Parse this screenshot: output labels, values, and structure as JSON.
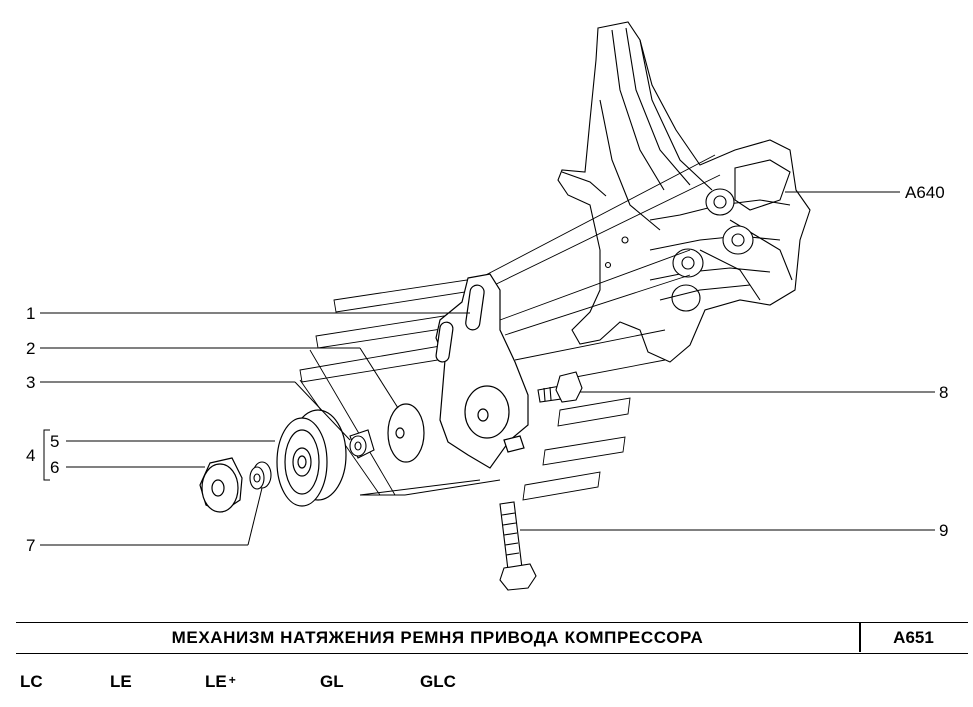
{
  "callouts": {
    "n1": "1",
    "n2": "2",
    "n3": "3",
    "n4": "4",
    "n5": "5",
    "n6": "6",
    "n7": "7",
    "n8": "8",
    "n9": "9",
    "ref": "A640"
  },
  "title_block": {
    "title": "МЕХАНИЗМ НАТЯЖЕНИЯ РЕМНЯ ПРИВОДА КОМПРЕССОРА",
    "code": "A651"
  },
  "variants": {
    "v1": "LC",
    "v2": "LE",
    "v3": "LE",
    "v3_sup": "+",
    "v4": "GL",
    "v5": "GLC"
  }
}
